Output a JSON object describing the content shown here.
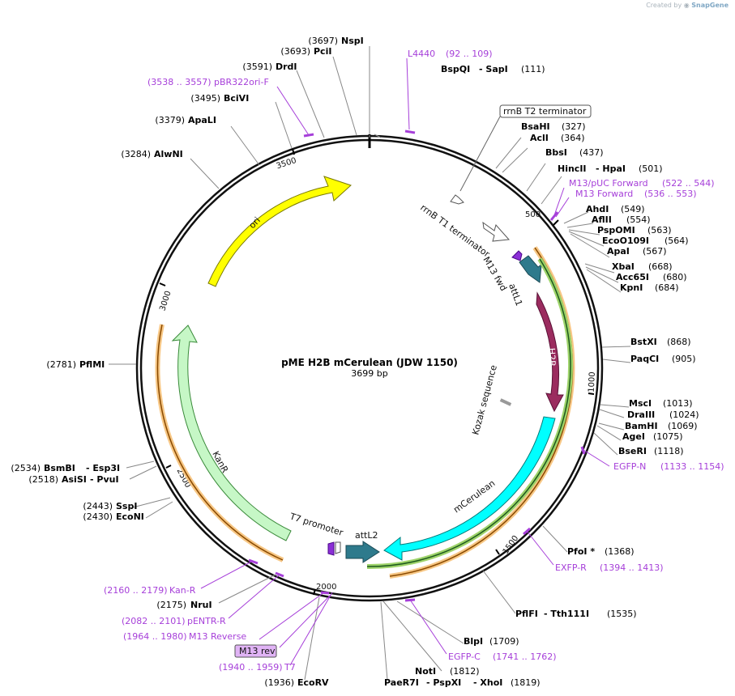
{
  "credit": {
    "prefix": "Created by",
    "brand": "SnapGene"
  },
  "plasmid": {
    "name": "pME H2B mCerulean (JDW 1150)",
    "length_label": "3699 bp"
  },
  "ticks": [
    "500",
    "1000",
    "1500",
    "2000",
    "2500",
    "3000",
    "3500"
  ],
  "features": {
    "ori": "ori",
    "kanr": "KanR",
    "h2b": "H2B",
    "mcerulean": "mCerulean",
    "attl1": "attL1",
    "attl2": "attL2",
    "rrnb_t1": "rrnB T1 terminator",
    "rrnb_t2": "rrnB T2 terminator",
    "m13_fwd": "M13 fwd",
    "kozak": "Kozak sequence",
    "t7_promoter": "T7 promoter"
  },
  "sites_right": [
    {
      "name": "NspI",
      "pos": "(3697)"
    },
    {
      "name": "PciI",
      "pos": "(3693)"
    },
    {
      "name": "DrdI",
      "pos": "(3591)"
    },
    {
      "name": "BciVI",
      "pos": "(3495)"
    },
    {
      "name": "ApaLI",
      "pos": "(3379)"
    },
    {
      "name": "AlwNI",
      "pos": "(3284)"
    },
    {
      "name": "PflMI",
      "pos": "(2781)"
    },
    {
      "name": "SspI",
      "pos": "(2443)"
    },
    {
      "name": "EcoNI",
      "pos": "(2430)"
    },
    {
      "name": "NruI",
      "pos": "(2175)"
    },
    {
      "name": "EcoRV",
      "pos": "(1936)"
    }
  ],
  "sites_dual": [
    {
      "name": "BsmBI",
      "name2": "Esp3I",
      "pos": "(2534)"
    },
    {
      "name": "AsiSI",
      "name2": "PvuI",
      "pos": "(2518)"
    }
  ],
  "sites_left": [
    {
      "name": "BsaHI",
      "pos": "(327)"
    },
    {
      "name": "AclI",
      "pos": "(364)"
    },
    {
      "name": "BbsI",
      "pos": "(437)"
    },
    {
      "name": "AhdI",
      "pos": "(549)"
    },
    {
      "name": "AflII",
      "pos": "(554)"
    },
    {
      "name": "PspOMI",
      "pos": "(563)"
    },
    {
      "name": "EcoO109I",
      "pos": "(564)"
    },
    {
      "name": "ApaI",
      "pos": "(567)"
    },
    {
      "name": "XbaI",
      "pos": "(668)"
    },
    {
      "name": "Acc65I",
      "pos": "(680)"
    },
    {
      "name": "KpnI",
      "pos": "(684)"
    },
    {
      "name": "BstXI",
      "pos": "(868)"
    },
    {
      "name": "PaqCI",
      "pos": "(905)"
    },
    {
      "name": "MscI",
      "pos": "(1013)"
    },
    {
      "name": "DraIII",
      "pos": "(1024)"
    },
    {
      "name": "BamHI",
      "pos": "(1069)"
    },
    {
      "name": "AgeI",
      "pos": "(1075)"
    },
    {
      "name": "BseRI",
      "pos": "(1118)"
    },
    {
      "name": "PfoI *",
      "pos": "(1368)"
    },
    {
      "name": "BlpI",
      "pos": "(1709)"
    },
    {
      "name": "NotI",
      "pos": "(1812)"
    }
  ],
  "sites_pair": [
    {
      "name": "BspQI",
      "name2": "SapI",
      "pos": "(111)"
    },
    {
      "name": "HincII",
      "name2": "HpaI",
      "pos": "(501)"
    },
    {
      "name": "PflFI",
      "name2": "Tth111I",
      "pos": "(1535)"
    }
  ],
  "site_triple": {
    "name": "PaeR7I",
    "name2": "PspXI",
    "name3": "XhoI",
    "pos": "(1819)"
  },
  "primers_right": [
    {
      "name": "L4440",
      "range": "(92 .. 109)"
    },
    {
      "name": "M13/pUC Forward",
      "range": "(522 .. 544)"
    },
    {
      "name": "M13 Forward",
      "range": "(536 .. 553)"
    },
    {
      "name": "EGFP-N",
      "range": "(1133 .. 1154)"
    },
    {
      "name": "EXFP-R",
      "range": "(1394 .. 1413)"
    },
    {
      "name": "EGFP-C",
      "range": "(1741 .. 1762)"
    }
  ],
  "primers_left": [
    {
      "name": "pBR322ori-F",
      "range": "(3538 .. 3557)"
    },
    {
      "name": "Kan-R",
      "range": "(2160 .. 2179)"
    },
    {
      "name": "pENTR-R",
      "range": "(2082 .. 2101)"
    },
    {
      "name": "M13 Reverse",
      "range": "(1964 .. 1980)"
    },
    {
      "name": "T7",
      "range": "(1940 .. 1959)"
    }
  ],
  "primer_box": "M13 rev",
  "colors": {
    "ori": "#ffff00",
    "kanr": "#c6f7c6",
    "h2b": "#9b2c5f",
    "mcerulean": "#00ffff",
    "att": "#2e7a8c",
    "primer": "#a63fd9",
    "orange": "#f7c785",
    "green": "#9ed36a"
  }
}
